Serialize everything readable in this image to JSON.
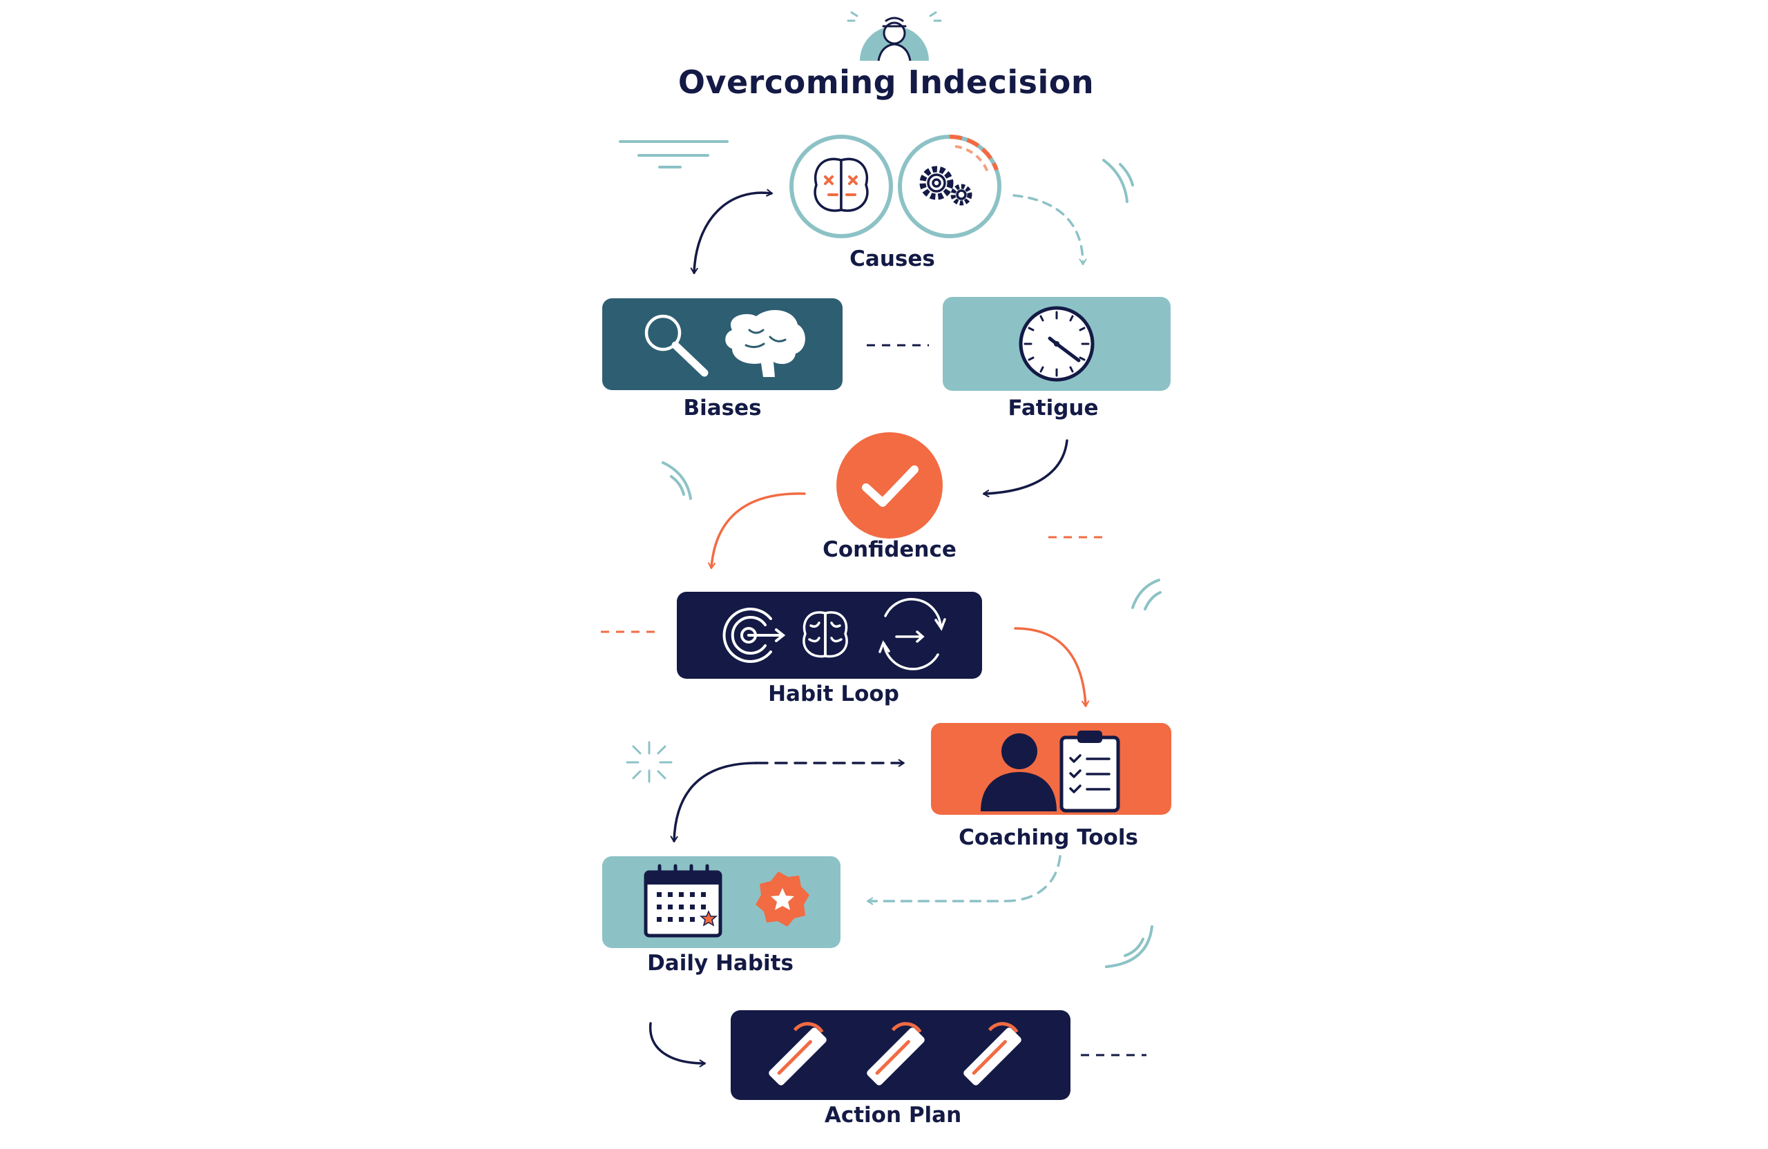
{
  "title": "Overcoming Indecision",
  "colors": {
    "navy": "#141a45",
    "teal_dark": "#2e5e72",
    "teal_light": "#8cc2c6",
    "orange": "#f26b43",
    "white": "#ffffff"
  },
  "nodes": {
    "causes": {
      "label": "Causes",
      "icons": [
        "brain-icon",
        "gears-icon"
      ]
    },
    "biases": {
      "label": "Biases",
      "icons": [
        "magnifier-icon",
        "brain-silhouette-icon"
      ]
    },
    "fatigue": {
      "label": "Fatigue",
      "icons": [
        "clock-icon"
      ]
    },
    "confidence": {
      "label": "Confidence",
      "icons": [
        "checkmark-icon"
      ]
    },
    "habit_loop": {
      "label": "Habit Loop",
      "icons": [
        "target-icon",
        "brain-icon",
        "cycle-icon"
      ]
    },
    "coaching_tools": {
      "label": "Coaching Tools",
      "icons": [
        "person-icon",
        "clipboard-icon"
      ]
    },
    "daily_habits": {
      "label": "Daily Habits",
      "icons": [
        "calendar-icon",
        "star-badge-icon"
      ]
    },
    "action_plan": {
      "label": "Action Plan",
      "icons": [
        "pencil-icon",
        "pencil-icon",
        "pencil-icon"
      ]
    }
  }
}
